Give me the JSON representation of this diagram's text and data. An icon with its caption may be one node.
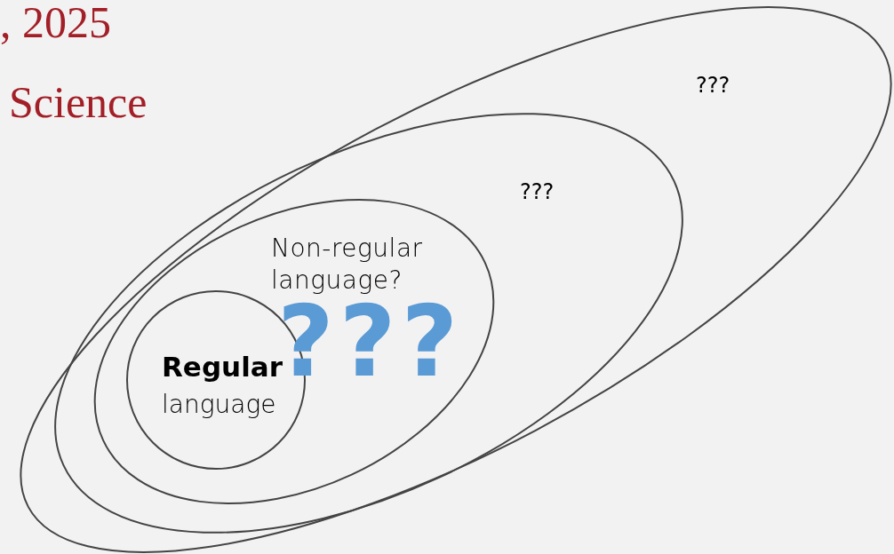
{
  "diagram": {
    "nodes": [
      {
        "text": [
          "???"
        ]
      },
      {
        "text": [
          "???"
        ],
        "in": 0
      },
      {
        "text": [
          "Non-regular language?"
        ],
        "in": 1
      },
      {
        "text": [
          "Regular",
          "language"
        ],
        "in": 2
      }
    ],
    "labels": [
      ", 2025",
      "Science",
      "???"
    ]
  }
}
